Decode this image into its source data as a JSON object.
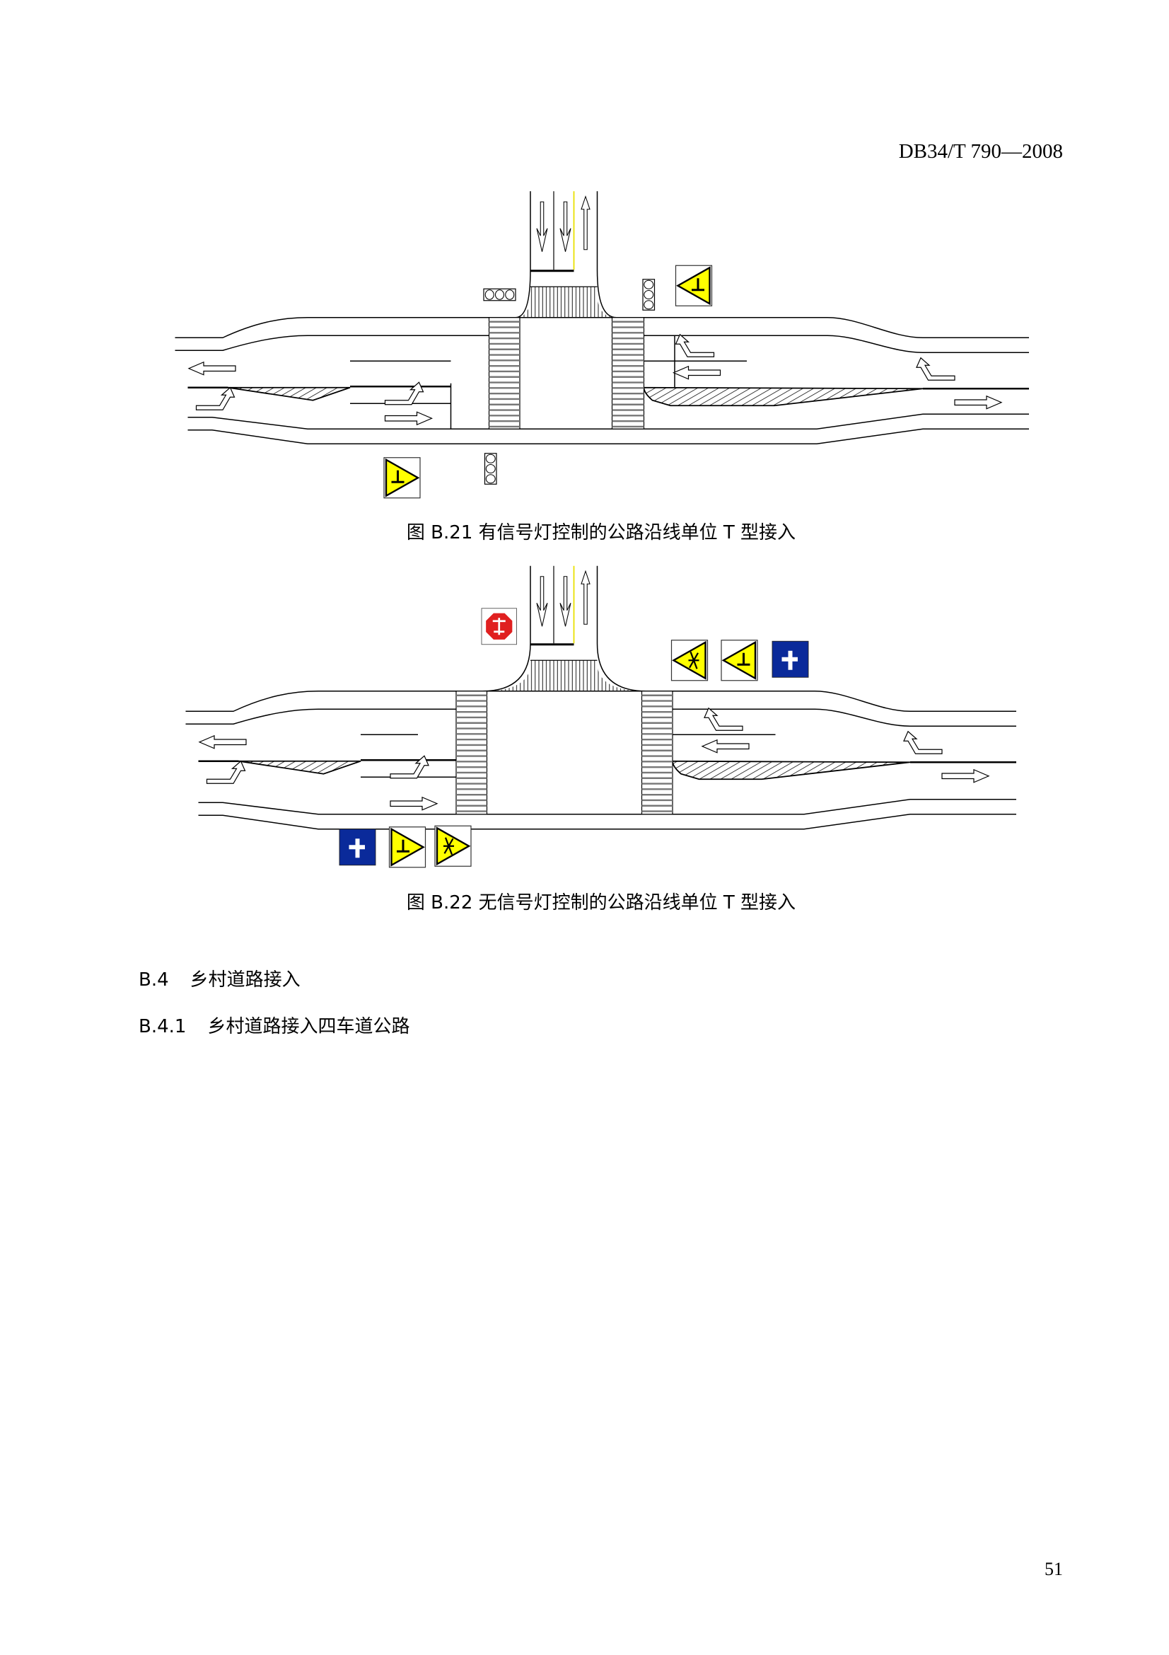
{
  "header": {
    "doc_code": "DB34/T 790—2008"
  },
  "figures": [
    {
      "caption": "图  B.21  有信号灯控制的公路沿线单位 T 型接入",
      "signals": [
        "traffic-light-horizontal",
        "traffic-light-vertical",
        "traffic-light-vertical"
      ],
      "signs": [
        "t-junction-warning-sign",
        "t-junction-warning-sign"
      ]
    },
    {
      "caption": "图  B.22  无信号灯控制的公路沿线单位 T 型接入",
      "signs": [
        "stop-yield-sign",
        "pedestrian-warning-sign",
        "t-junction-warning-sign",
        "crossroad-guide-sign",
        "crossroad-guide-sign",
        "t-junction-warning-sign",
        "pedestrian-warning-sign"
      ]
    }
  ],
  "sections": [
    {
      "number": "B.4",
      "title": "乡村道路接入"
    },
    {
      "number": "B.4.1",
      "title": "乡村道路接入四车道公路"
    }
  ],
  "page_number": "51",
  "colors": {
    "sign_yellow": "#ffff00",
    "sign_blue": "#0a2a9a",
    "sign_red": "#e02020",
    "yellow_line": "#e8e000"
  }
}
